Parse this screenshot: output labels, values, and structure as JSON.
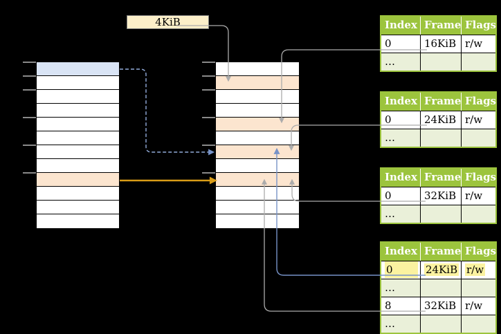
{
  "page_size_label": "4KiB",
  "colors": {
    "background": "#000000",
    "table_header_green": "#9CC43D",
    "table_row_light_green": "#EAF0D9",
    "row_orange": "#FCE5CF",
    "row_blue": "#D9E4F5",
    "label_box_fill": "#FCEFC9",
    "highlight_yellow": "#FBF2A0",
    "arrow_gray": "#ABABAB",
    "arrow_blue": "#7793C8",
    "arrow_dashed_blue": "#93ACDB",
    "arrow_gold": "#D99C17"
  },
  "left_column": {
    "row_count": 12,
    "blue_row_index": 0,
    "orange_row_index": 8
  },
  "middle_column": {
    "row_count": 12,
    "orange_row_indices": [
      1,
      4,
      6,
      8
    ]
  },
  "tables": [
    {
      "headers": [
        "Index",
        "Frame",
        "Flags"
      ],
      "rows": [
        [
          "0",
          "16KiB",
          "r/w"
        ],
        [
          "…",
          "",
          ""
        ]
      ]
    },
    {
      "headers": [
        "Index",
        "Frame",
        "Flags"
      ],
      "rows": [
        [
          "0",
          "24KiB",
          "r/w"
        ],
        [
          "…",
          "",
          ""
        ]
      ]
    },
    {
      "headers": [
        "Index",
        "Frame",
        "Flags"
      ],
      "rows": [
        [
          "0",
          "32KiB",
          "r/w"
        ],
        [
          "…",
          "",
          ""
        ]
      ]
    },
    {
      "headers": [
        "Index",
        "Frame",
        "Flags"
      ],
      "rows": [
        [
          "0",
          "24KiB",
          "r/w"
        ],
        [
          "…",
          "",
          ""
        ],
        [
          "8",
          "32KiB",
          "r/w"
        ],
        [
          "…",
          "",
          ""
        ]
      ],
      "highlighted_row": 0
    }
  ]
}
